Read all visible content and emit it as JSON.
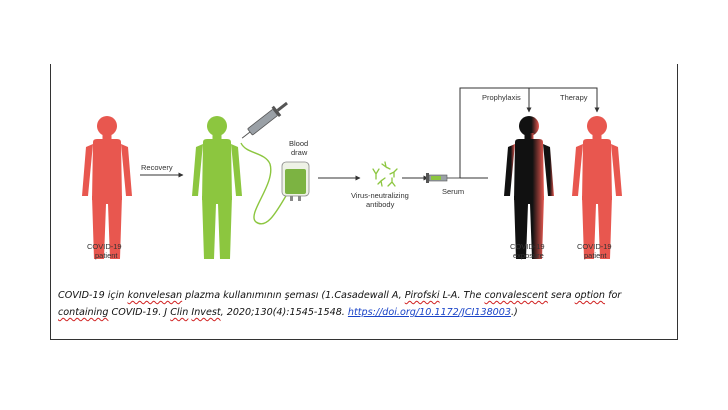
{
  "diagram": {
    "labels": {
      "covid_patient_1": "COVID-19",
      "covid_patient_1_sub": "patient",
      "recovery": "Recovery",
      "blood_draw_1": "Blood",
      "blood_draw_2": "draw",
      "virus_neutralizing_1": "Virus-neutralizing",
      "virus_neutralizing_2": "antibody",
      "serum": "Serum",
      "prophylaxis": "Prophylaxis",
      "therapy": "Therapy",
      "covid_exposure_1": "COVID-19",
      "covid_exposure_1_sub": "exposure",
      "covid_patient_2": "COVID-19",
      "covid_patient_2_sub": "patient"
    },
    "colors": {
      "patient_red": "#e8574f",
      "recovered_green": "#8cc63f",
      "exposure_black": "#111111",
      "arrow": "#333333"
    }
  },
  "caption": {
    "part1": "COVID-19 için ",
    "konvelesan": "konvelesan",
    "part2": " plazma kullanımının şeması (1.Casadewall A, ",
    "pirofski": "Pirofski",
    "part3": " L-A. The ",
    "convalescent": "convalescent",
    "part4": " sera ",
    "option": "option",
    "part5": " for ",
    "containing": "containing",
    "part6": " COVID-19. J ",
    "clin": "Clin",
    "part7": " ",
    "invest": "Invest",
    "part8": ", 2020;130(4):1545-1548. ",
    "link": "https://doi.org/10.1172/JCI138003",
    "part9": ".)"
  }
}
